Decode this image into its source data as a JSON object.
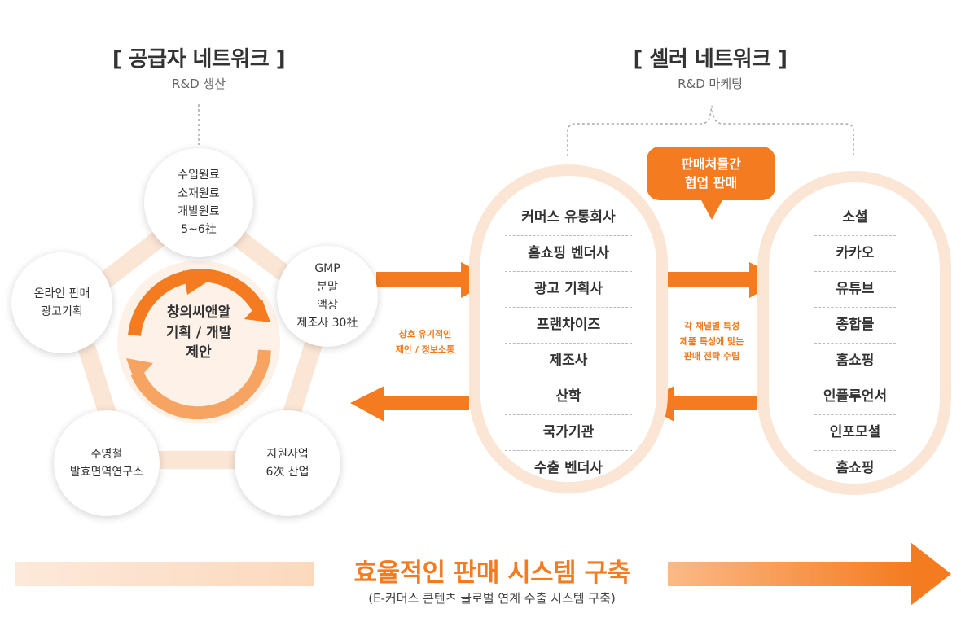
{
  "supplier": {
    "title": "[ 공급자 네트워크 ]",
    "subtitle": "R&D 생산",
    "center": [
      "창의씨앤알",
      "기획 / 개발",
      "제안"
    ],
    "nodes": {
      "top": [
        "수입원료",
        "소재원료",
        "개발원료",
        "5~6社"
      ],
      "right": [
        "GMP",
        "분말",
        "액상",
        "제조사 30社"
      ],
      "left": [
        "온라인 판매",
        "광고기획"
      ],
      "bottom_left": [
        "주영철",
        "발효면역연구소"
      ],
      "bottom_right": [
        "지원사업",
        "6次 산업"
      ]
    }
  },
  "exchange_note": [
    "상호 유기적인",
    "제안 / 정보소통"
  ],
  "seller": {
    "title": "[ 셀러 네트워크 ]",
    "subtitle": "R&D 마케팅",
    "callout": [
      "판매처들간",
      "협업 판매"
    ],
    "middle_list": [
      "커머스 유통회사",
      "홈쇼핑 벤더사",
      "광고 기획사",
      "프랜차이즈",
      "제조사",
      "산학",
      "국가기관",
      "수출 벤더사"
    ],
    "right_list": [
      "소셜",
      "카카오",
      "유튜브",
      "종합몰",
      "홈쇼핑",
      "인플루언서",
      "인포모셜",
      "홈쇼핑"
    ],
    "strategy_note": [
      "각 채널별 특성",
      "제품 특성에 맞는",
      "판매 전략 수립"
    ]
  },
  "footer": {
    "title": "효율적인 판매 시스템 구축",
    "subtitle": "(E-커머스 콘텐츠 글로벌 연계 수출 시스템 구축)"
  },
  "colors": {
    "accent": "#f47b20",
    "accent_light": "#fbe6d6",
    "text": "#333333"
  }
}
